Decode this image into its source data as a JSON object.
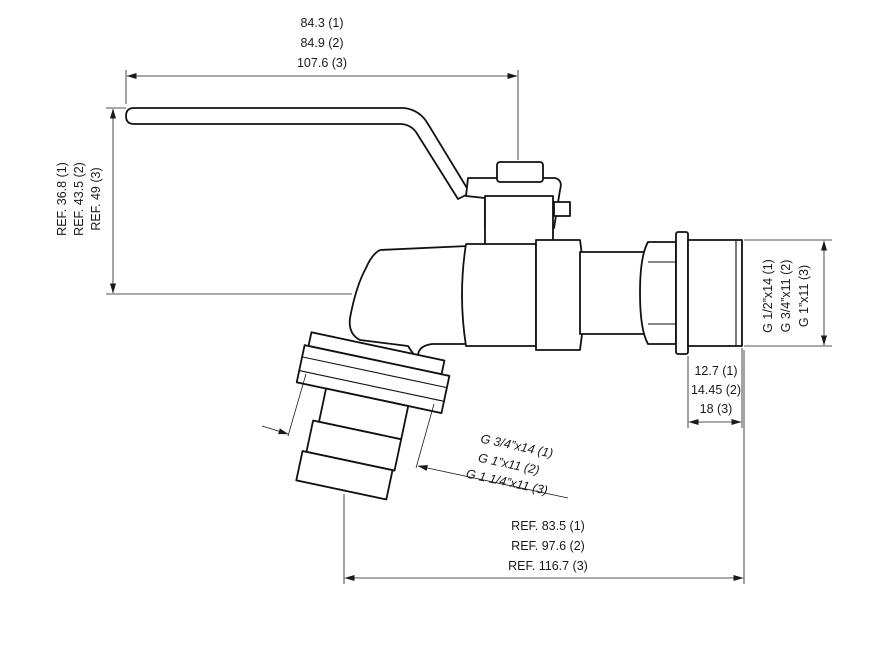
{
  "dimensions": {
    "top_width": [
      "84.3 (1)",
      "84.9 (2)",
      "107.6 (3)"
    ],
    "left_height": [
      "REF. 36.8 (1)",
      "REF. 43.5 (2)",
      "REF. 49 (3)"
    ],
    "right_thread": [
      "G 1/2”x14 (1)",
      "G 3/4”x11 (2)",
      "G 1”x11 (3)"
    ],
    "thread_length": [
      "12.7 (1)",
      "14.45 (2)",
      "18 (3)"
    ],
    "outlet_thread": [
      "G 3/4”x14 (1)",
      "G 1”x11 (2)",
      "G 1 1/4”x11 (3)"
    ],
    "bottom_length": [
      "REF. 83.5 (1)",
      "REF. 97.6 (2)",
      "REF. 116.7 (3)"
    ]
  }
}
